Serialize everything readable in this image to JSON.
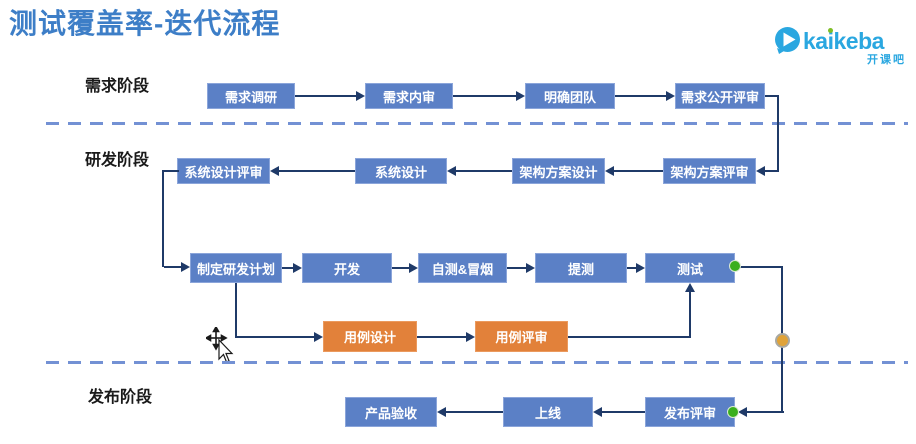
{
  "page": {
    "title": "测试覆盖率-迭代流程"
  },
  "logo": {
    "part1": "ka",
    "dot_letter": "i",
    "part2": "keba",
    "caption": "开课吧"
  },
  "phases": [
    {
      "id": "requirements",
      "label": "需求阶段"
    },
    {
      "id": "development",
      "label": "研发阶段"
    },
    {
      "id": "release",
      "label": "发布阶段"
    }
  ],
  "nodes": [
    {
      "id": "req-research",
      "label": "需求调研",
      "style": "blue"
    },
    {
      "id": "req-internal-review",
      "label": "需求内审",
      "style": "blue"
    },
    {
      "id": "team-confirm",
      "label": "明确团队",
      "style": "blue"
    },
    {
      "id": "req-public-review",
      "label": "需求公开评审",
      "style": "blue"
    },
    {
      "id": "sys-design-review",
      "label": "系统设计评审",
      "style": "blue"
    },
    {
      "id": "sys-design",
      "label": "系统设计",
      "style": "blue"
    },
    {
      "id": "arch-design",
      "label": "架构方案设计",
      "style": "blue"
    },
    {
      "id": "arch-review",
      "label": "架构方案评审",
      "style": "blue"
    },
    {
      "id": "dev-plan",
      "label": "制定研发计划",
      "style": "blue"
    },
    {
      "id": "develop",
      "label": "开发",
      "style": "blue"
    },
    {
      "id": "self-test-smoke",
      "label": "自测&冒烟",
      "style": "blue"
    },
    {
      "id": "submit-test",
      "label": "提测",
      "style": "blue"
    },
    {
      "id": "test",
      "label": "测试",
      "style": "blue"
    },
    {
      "id": "case-design",
      "label": "用例设计",
      "style": "orange"
    },
    {
      "id": "case-review",
      "label": "用例评审",
      "style": "orange"
    },
    {
      "id": "product-accept",
      "label": "产品验收",
      "style": "blue"
    },
    {
      "id": "launch",
      "label": "上线",
      "style": "blue"
    },
    {
      "id": "release-review",
      "label": "发布评审",
      "style": "blue"
    }
  ],
  "edges": [
    {
      "from": "req-research",
      "to": "req-internal-review"
    },
    {
      "from": "req-internal-review",
      "to": "team-confirm"
    },
    {
      "from": "team-confirm",
      "to": "req-public-review"
    },
    {
      "from": "req-public-review",
      "to": "arch-review"
    },
    {
      "from": "arch-review",
      "to": "arch-design"
    },
    {
      "from": "arch-design",
      "to": "sys-design"
    },
    {
      "from": "sys-design",
      "to": "sys-design-review"
    },
    {
      "from": "sys-design-review",
      "to": "dev-plan"
    },
    {
      "from": "dev-plan",
      "to": "develop"
    },
    {
      "from": "develop",
      "to": "self-test-smoke"
    },
    {
      "from": "self-test-smoke",
      "to": "submit-test"
    },
    {
      "from": "submit-test",
      "to": "test"
    },
    {
      "from": "dev-plan",
      "to": "case-design"
    },
    {
      "from": "case-design",
      "to": "case-review"
    },
    {
      "from": "case-review",
      "to": "test"
    },
    {
      "from": "test",
      "to": "release-review"
    },
    {
      "from": "release-review",
      "to": "launch"
    },
    {
      "from": "launch",
      "to": "product-accept"
    }
  ],
  "colors": {
    "title": "#3d7ec7",
    "node_blue": "#5b80c6",
    "node_blue_border": "#8ba5da",
    "node_orange": "#e2813a",
    "node_orange_border": "#eb9a5e",
    "connector": "#1f3a68",
    "dashed_divider": "#7391d4",
    "logo_blue": "#2aa7e0",
    "logo_green": "#7fbe26",
    "endpoint_green": "#3aaf1e",
    "midpoint_amber": "#e0a339"
  }
}
